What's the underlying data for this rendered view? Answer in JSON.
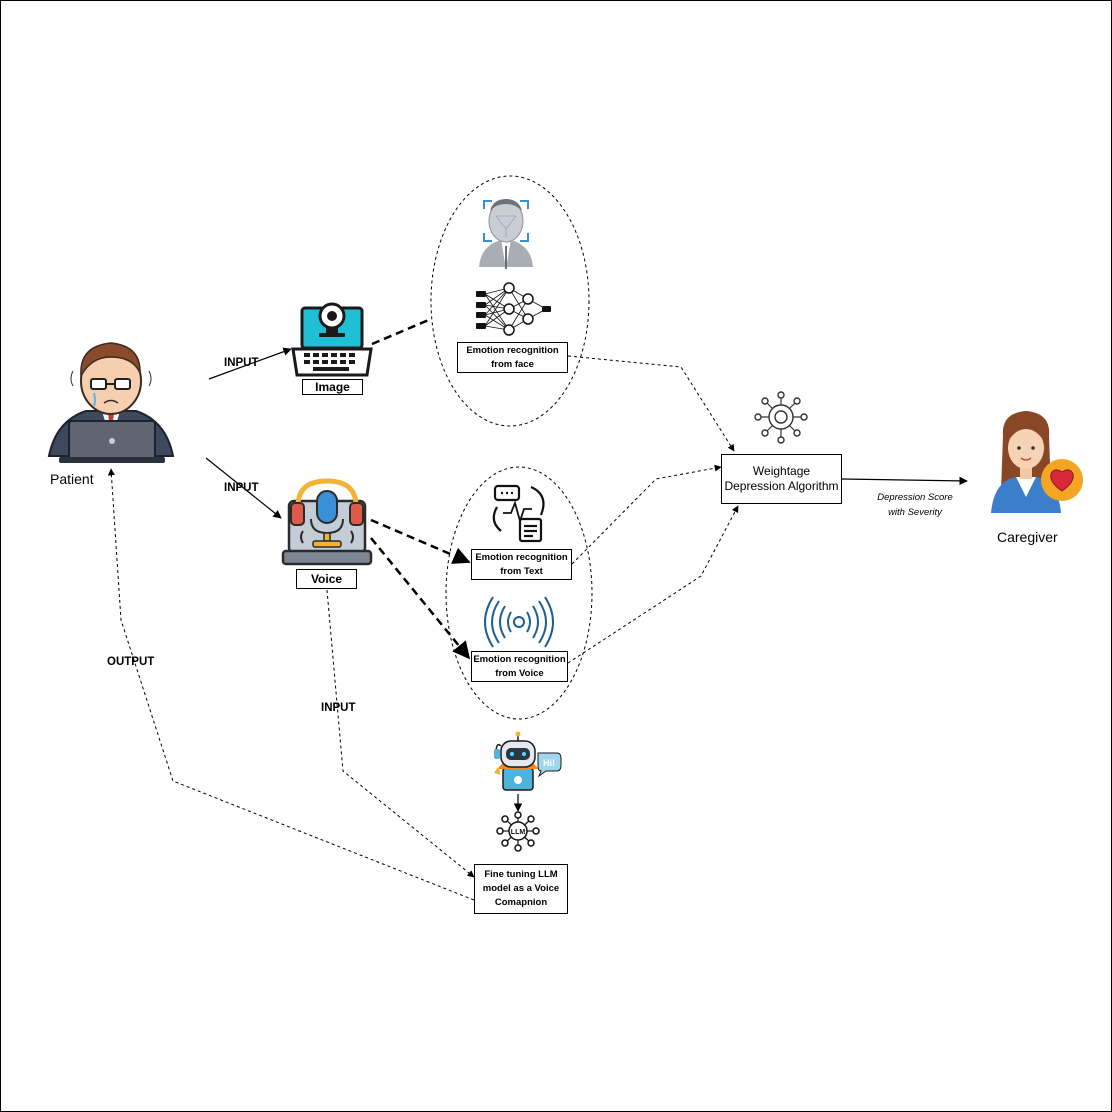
{
  "actors": {
    "patient_label": "Patient",
    "caregiver_label": "Caregiver"
  },
  "devices": {
    "image_label": "Image",
    "voice_label": "Voice"
  },
  "edges": {
    "input_image": "INPUT",
    "input_voice": "INPUT",
    "input_llm": "INPUT",
    "output": "OUTPUT"
  },
  "modules": {
    "face": {
      "line1": "Emotion recognition",
      "line2": "from face"
    },
    "text": {
      "line1": "Emotion recognition",
      "line2": "from Text"
    },
    "voice": {
      "line1": "Emotion recognition",
      "line2": "from Voice"
    },
    "llm": {
      "line1": "Fine tuning LLM",
      "line2": "model as a Voice",
      "line3": "Comapnion"
    }
  },
  "algorithm": {
    "line1": "Weightage",
    "line2": "Depression Algorithm"
  },
  "result": {
    "line1": "Depression Score",
    "line2": "with Severity"
  },
  "icons": {
    "patient": "sad-patient-laptop-icon",
    "laptop": "laptop-webcam-icon",
    "mic": "microphone-headphones-icon",
    "face_scan": "face-scan-icon",
    "neural_net": "neural-network-icon",
    "text_analysis": "text-analysis-icon",
    "voice_wave": "voice-wave-icon",
    "robot": "chatbot-robot-icon",
    "llm": "llm-network-icon",
    "gear": "ai-gear-icon",
    "caregiver": "caregiver-icon"
  },
  "colors": {
    "line": "#000000",
    "laptop_screen": "#1fc0d6",
    "mic_accent": "#f2b233",
    "headphone_red": "#e05a4a",
    "caregiver_blue": "#3d7ecb",
    "heart_orange": "#f4a524"
  }
}
